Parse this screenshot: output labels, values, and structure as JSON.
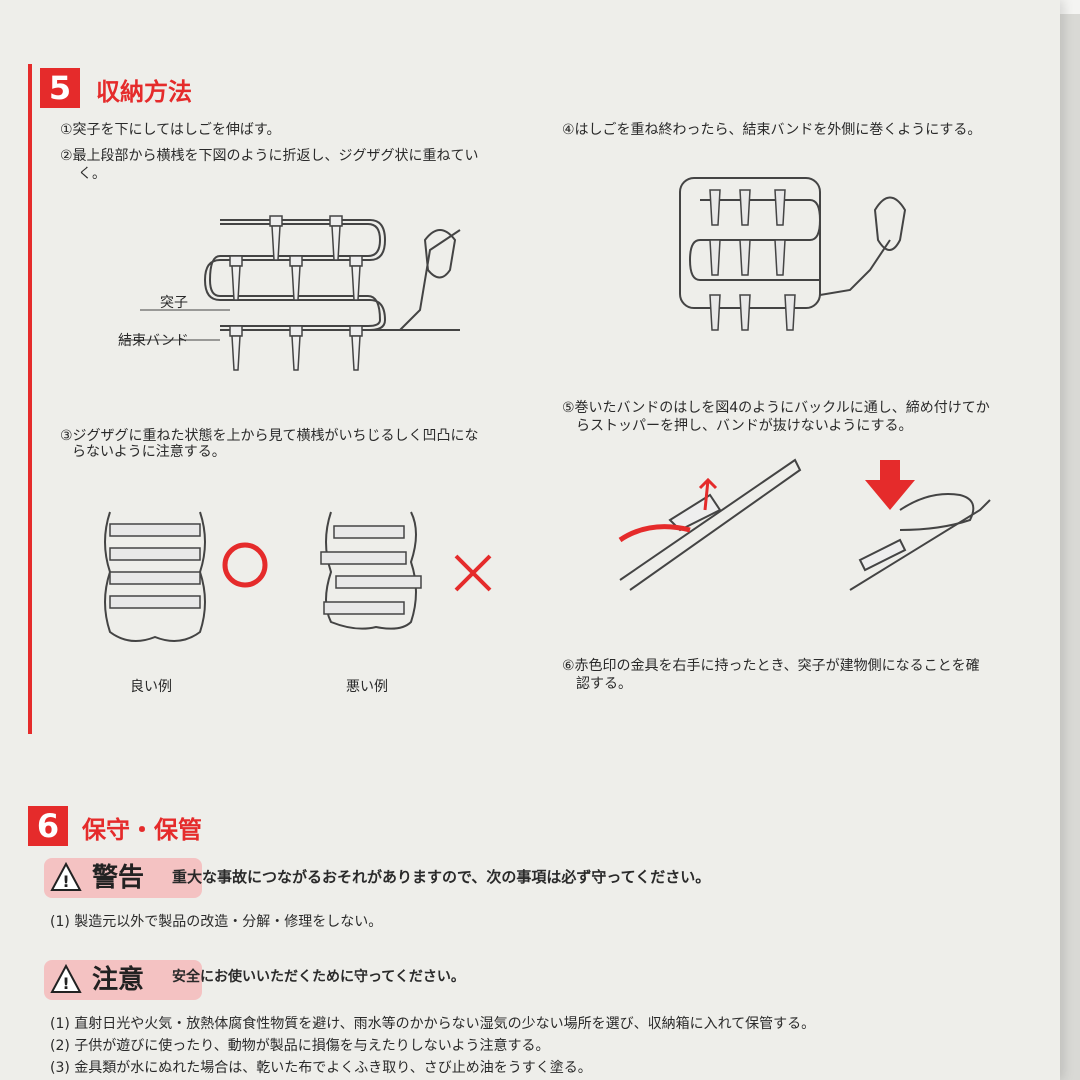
{
  "section5": {
    "number": "5",
    "title": "収納方法",
    "step1": "①突子を下にしてはしごを伸ばす。",
    "step2_line1": "②最上段部から横桟を下図のように折返し、ジグザグ状に重ねてい",
    "step2_line2": "く。",
    "label_totsu": "突子",
    "label_band": "結束バンド",
    "step3_line1": "③ジグザグに重ねた状態を上から見て横桟がいちじるしく凹凸にな",
    "step3_line2": "らないように注意する。",
    "good_label": "良い例",
    "bad_label": "悪い例",
    "step4": "④はしごを重ね終わったら、結束バンドを外側に巻くようにする。",
    "step5_line1": "⑤巻いたバンドのはしを図4のようにバックルに通し、締め付けてか",
    "step5_line2": "らストッパーを押し、バンドが抜けないようにする。",
    "step6_line1": "⑥赤色印の金具を右手に持ったとき、突子が建物側になることを確",
    "step6_line2": "認する。"
  },
  "section6": {
    "number": "6",
    "title": "保守・保管",
    "warning": {
      "label": "警告",
      "heading": "重大な事故につながるおそれがありますので、次の事項は必ず守ってください。",
      "items": [
        "(1) 製造元以外で製品の改造・分解・修理をしない。"
      ]
    },
    "caution": {
      "label": "注意",
      "heading": "安全にお使いいただくために守ってください。",
      "items": [
        "(1) 直射日光や火気・放熱体腐食性物質を避け、雨水等のかからない湿気の少ない場所を選び、収納箱に入れて保管する。",
        "(2) 子供が遊びに使ったり、動物が製品に損傷を与えたりしないよう注意する。",
        "(3) 金具類が水にぬれた場合は、乾いた布でよくふき取り、さび止め油をうすく塗る。"
      ]
    }
  },
  "colors": {
    "accent": "#e52b2b",
    "pill": "#f4c2c2",
    "paper": "#eeeeea"
  },
  "icons": [
    "warning-triangle-icon",
    "circle-mark-icon",
    "cross-mark-icon",
    "arrow-icon"
  ]
}
